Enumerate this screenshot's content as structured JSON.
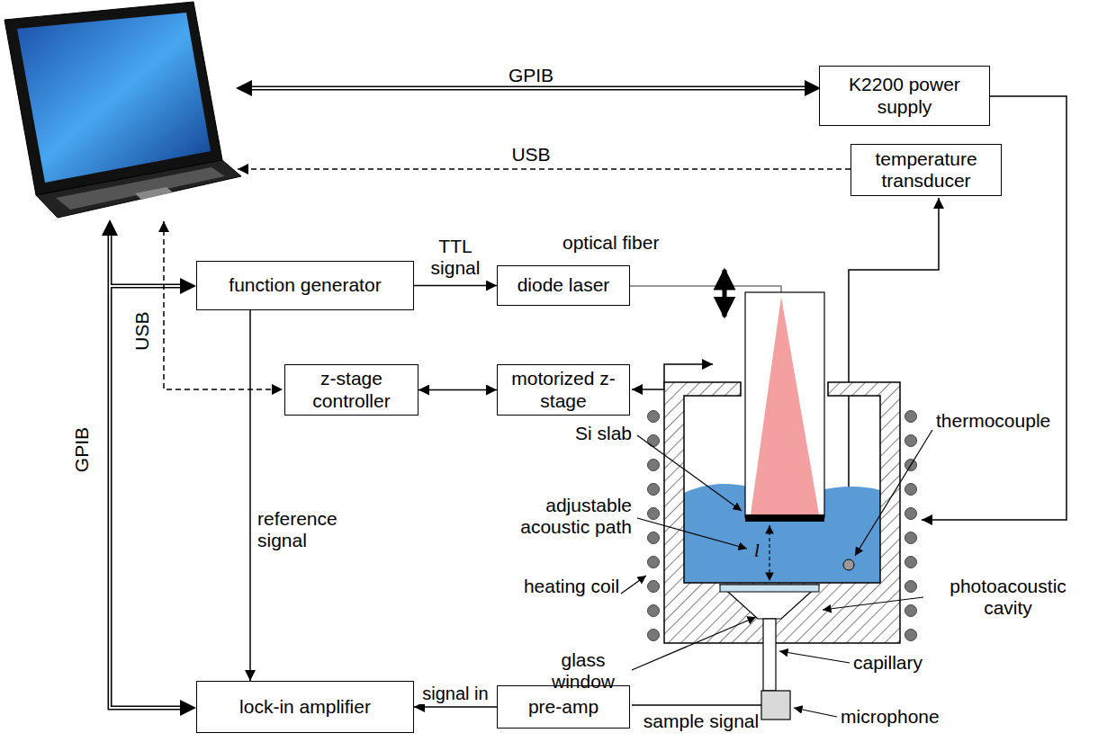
{
  "diagram": {
    "nodes": [
      {
        "text": [
          "K2200 power supply"
        ]
      },
      {
        "text": [
          "temperature transducer"
        ]
      },
      {
        "text": [
          "function generator"
        ]
      },
      {
        "text": [
          "diode laser"
        ]
      },
      {
        "text": [
          "z-stage controller"
        ]
      },
      {
        "text": [
          "motorized z-stage"
        ]
      },
      {
        "text": [
          "lock-in amplifier"
        ]
      },
      {
        "text": [
          "pre-amp"
        ]
      }
    ],
    "edges": [
      {
        "from": 2,
        "to": 3,
        "label": "TTL signal",
        "arrow": "to"
      },
      {
        "from": 2,
        "to": 6,
        "label": "reference signal",
        "arrow": "to"
      },
      {
        "from": 4,
        "to": 5,
        "arrow": "both"
      },
      {
        "from": 7,
        "to": 6,
        "label": "signal in",
        "arrow": "to"
      }
    ],
    "labels": [
      "GPIB",
      "USB",
      "USB",
      "GPIB",
      "optical fiber",
      "Si slab",
      "adjustable acoustic path",
      "l",
      "thermocouple",
      "heating coil",
      "photoacoustic cavity",
      "glass window",
      "capillary",
      "microphone",
      "sample signal"
    ]
  }
}
